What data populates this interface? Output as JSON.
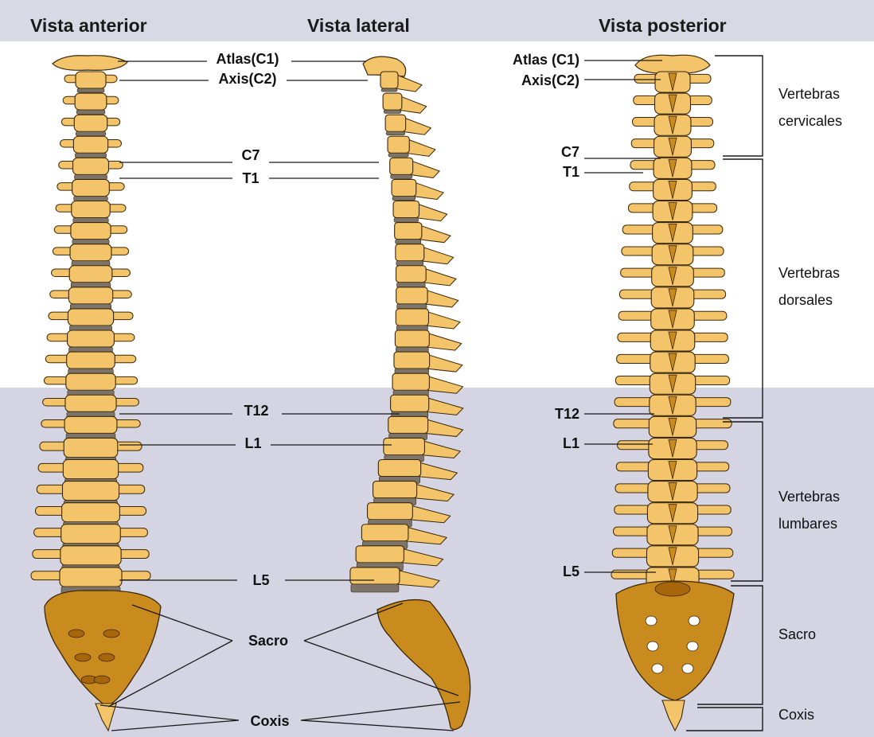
{
  "colors": {
    "header_band": "#d9d9e6",
    "lumbar_band": "#d4d4e2",
    "bone": "#f4c46a",
    "bone_dark": "#c98a1e",
    "bone_deep": "#a8660c",
    "disc": "#7d7469",
    "outline": "#3a2708"
  },
  "headers": {
    "anterior": "Vista anterior",
    "lateral": "Vista lateral",
    "posterior": "Vista posterior"
  },
  "labels": {
    "atlas_left": "Atlas(C1)",
    "axis_left": "Axis(C2)",
    "c7_left": "C7",
    "t1_left": "T1",
    "t12_left": "T12",
    "l1_left": "L1",
    "l5_left": "L5",
    "sacro_left": "Sacro",
    "coxis_left": "Coxis",
    "atlas_right": "Atlas (C1)",
    "axis_right": "Axis(C2)",
    "c7_right": "C7",
    "t1_right": "T1",
    "t12_right": "T12",
    "l1_right": "L1",
    "l5_right": "L5"
  },
  "regions": {
    "cervical": [
      "Vertebras",
      "cervicales"
    ],
    "dorsal": [
      "Vertebras",
      "dorsales"
    ],
    "lumbar": [
      "Vertebras",
      "lumbares"
    ],
    "sacro": "Sacro",
    "coxis": "Coxis"
  }
}
